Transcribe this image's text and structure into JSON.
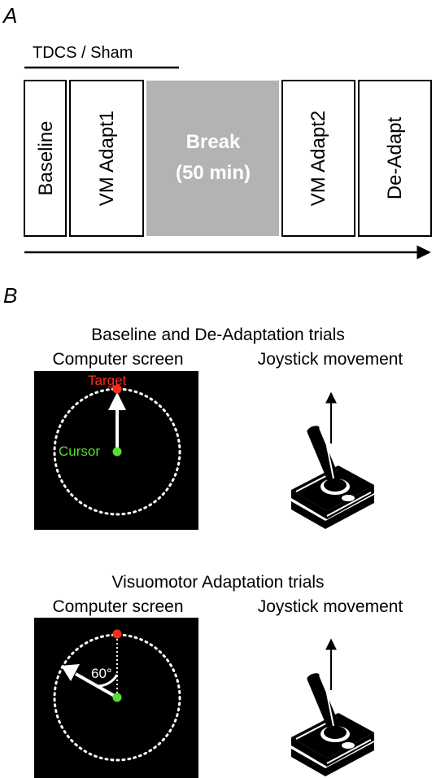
{
  "panel_a": {
    "letter": "A",
    "stim_label": "TDCS / Sham",
    "blocks": {
      "baseline": "Baseline",
      "vm_adapt1": "VM Adapt1",
      "break_line1": "Break",
      "break_line2": "(50 min)",
      "vm_adapt2": "VM Adapt2",
      "de_adapt": "De-Adapt"
    }
  },
  "panel_b": {
    "letter": "B",
    "top": {
      "title": "Baseline and De-Adaptation trials",
      "screen_label": "Computer screen",
      "joystick_label": "Joystick movement",
      "target_label": "Target",
      "cursor_label": "Cursor"
    },
    "bottom": {
      "title": "Visuomotor Adaptation trials",
      "screen_label": "Computer screen",
      "joystick_label": "Joystick movement",
      "angle_label": "60°"
    }
  },
  "colors": {
    "break_fill": "#b3b3b3",
    "target": "#ff2a1a",
    "cursor": "#55dd33",
    "screen_bg": "#000000"
  }
}
